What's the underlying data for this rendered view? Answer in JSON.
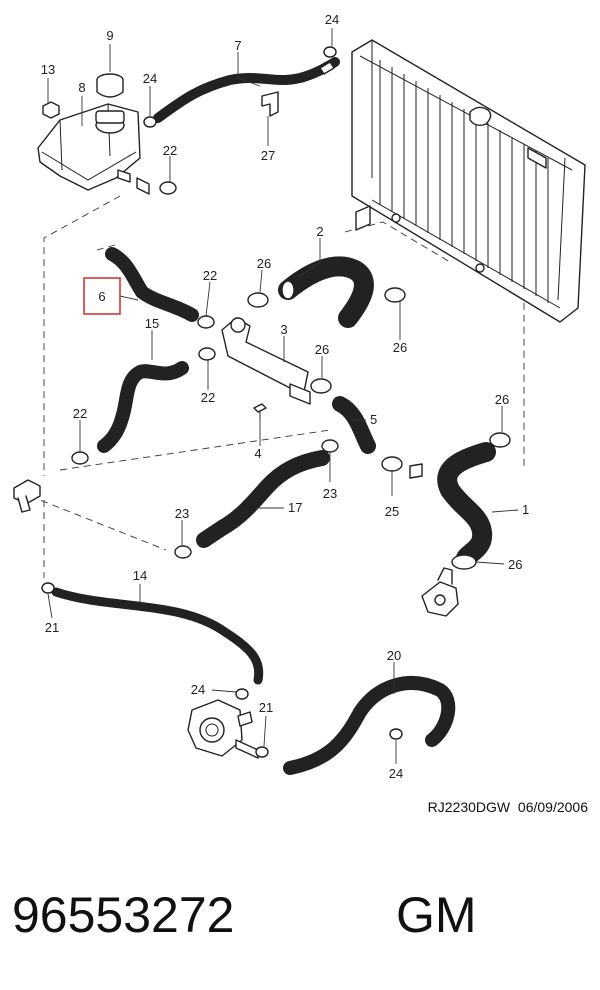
{
  "callouts": {
    "c1": "1",
    "c2": "2",
    "c3": "3",
    "c4": "4",
    "c5": "5",
    "c6": "6",
    "c7": "7",
    "c8": "8",
    "c9": "9",
    "c13": "13",
    "c14": "14",
    "c15": "15",
    "c17": "17",
    "c20": "20",
    "c21a": "21",
    "c21b": "21",
    "c22a": "22",
    "c22b": "22",
    "c22c": "22",
    "c22d": "22",
    "c23a": "23",
    "c23b": "23",
    "c24a": "24",
    "c24b": "24",
    "c24c": "24",
    "c24d": "24",
    "c25": "25",
    "c26a": "26",
    "c26b": "26",
    "c26c": "26",
    "c26d": "26",
    "c26e": "26",
    "c27": "27"
  },
  "highlight_color": "#d23a3a",
  "reference": "RJ2230DGW  06/09/2006",
  "part_number": "96553272",
  "brand": "GM"
}
